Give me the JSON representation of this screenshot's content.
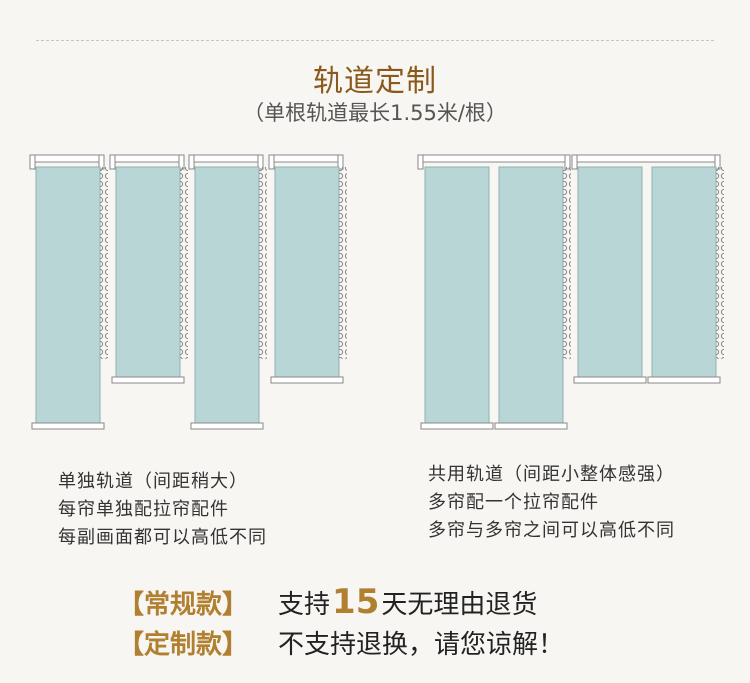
{
  "header": {
    "title": "轨道定制",
    "subtitle": "（单根轨道最长1.55米/根）"
  },
  "left_group": {
    "lines": [
      "单独轨道（间距稍大）",
      "每帘单独配拉帘配件",
      "每副画面都可以高低不同"
    ]
  },
  "right_group": {
    "lines": [
      "共用轨道（间距小整体感强）",
      "多帘配一个拉帘配件",
      "多帘与多帘之间可以高低不同"
    ]
  },
  "policies": {
    "regular": {
      "tag": "【常规款】",
      "pre": "支持",
      "num": "15",
      "post": "天无理由退货"
    },
    "custom": {
      "tag": "【定制款】",
      "text": "不支持退换，请您谅解！"
    }
  },
  "colors": {
    "panel": "#b9d6d6",
    "accent": "#b08030",
    "title": "#8a5a1c"
  }
}
